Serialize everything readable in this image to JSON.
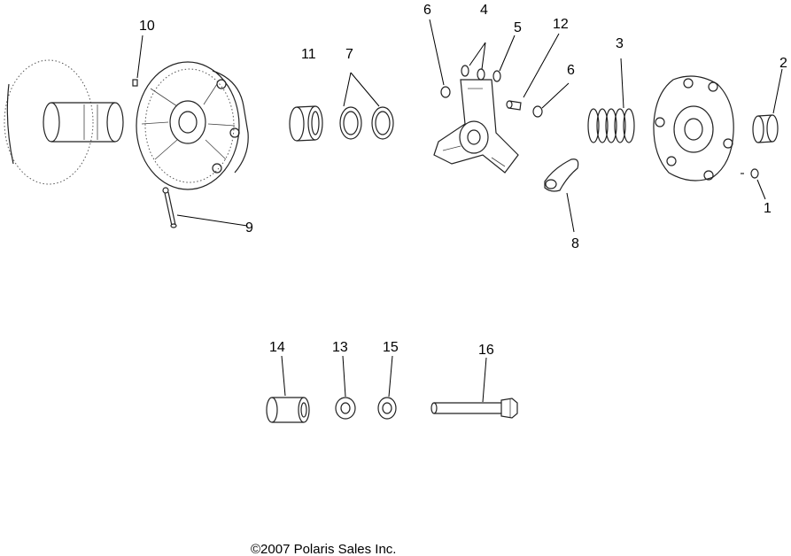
{
  "callouts": [
    {
      "id": "1",
      "label": "1"
    },
    {
      "id": "2",
      "label": "2"
    },
    {
      "id": "3",
      "label": "3"
    },
    {
      "id": "4",
      "label": "4"
    },
    {
      "id": "5",
      "label": "5"
    },
    {
      "id": "6a",
      "label": "6"
    },
    {
      "id": "6b",
      "label": "6"
    },
    {
      "id": "7",
      "label": "7"
    },
    {
      "id": "8",
      "label": "8"
    },
    {
      "id": "9",
      "label": "9"
    },
    {
      "id": "10",
      "label": "10"
    },
    {
      "id": "11",
      "label": "11"
    },
    {
      "id": "12",
      "label": "12"
    },
    {
      "id": "13",
      "label": "13"
    },
    {
      "id": "14",
      "label": "14"
    },
    {
      "id": "15",
      "label": "15"
    },
    {
      "id": "16",
      "label": "16"
    }
  ],
  "copyright": "©2007 Polaris Sales Inc."
}
